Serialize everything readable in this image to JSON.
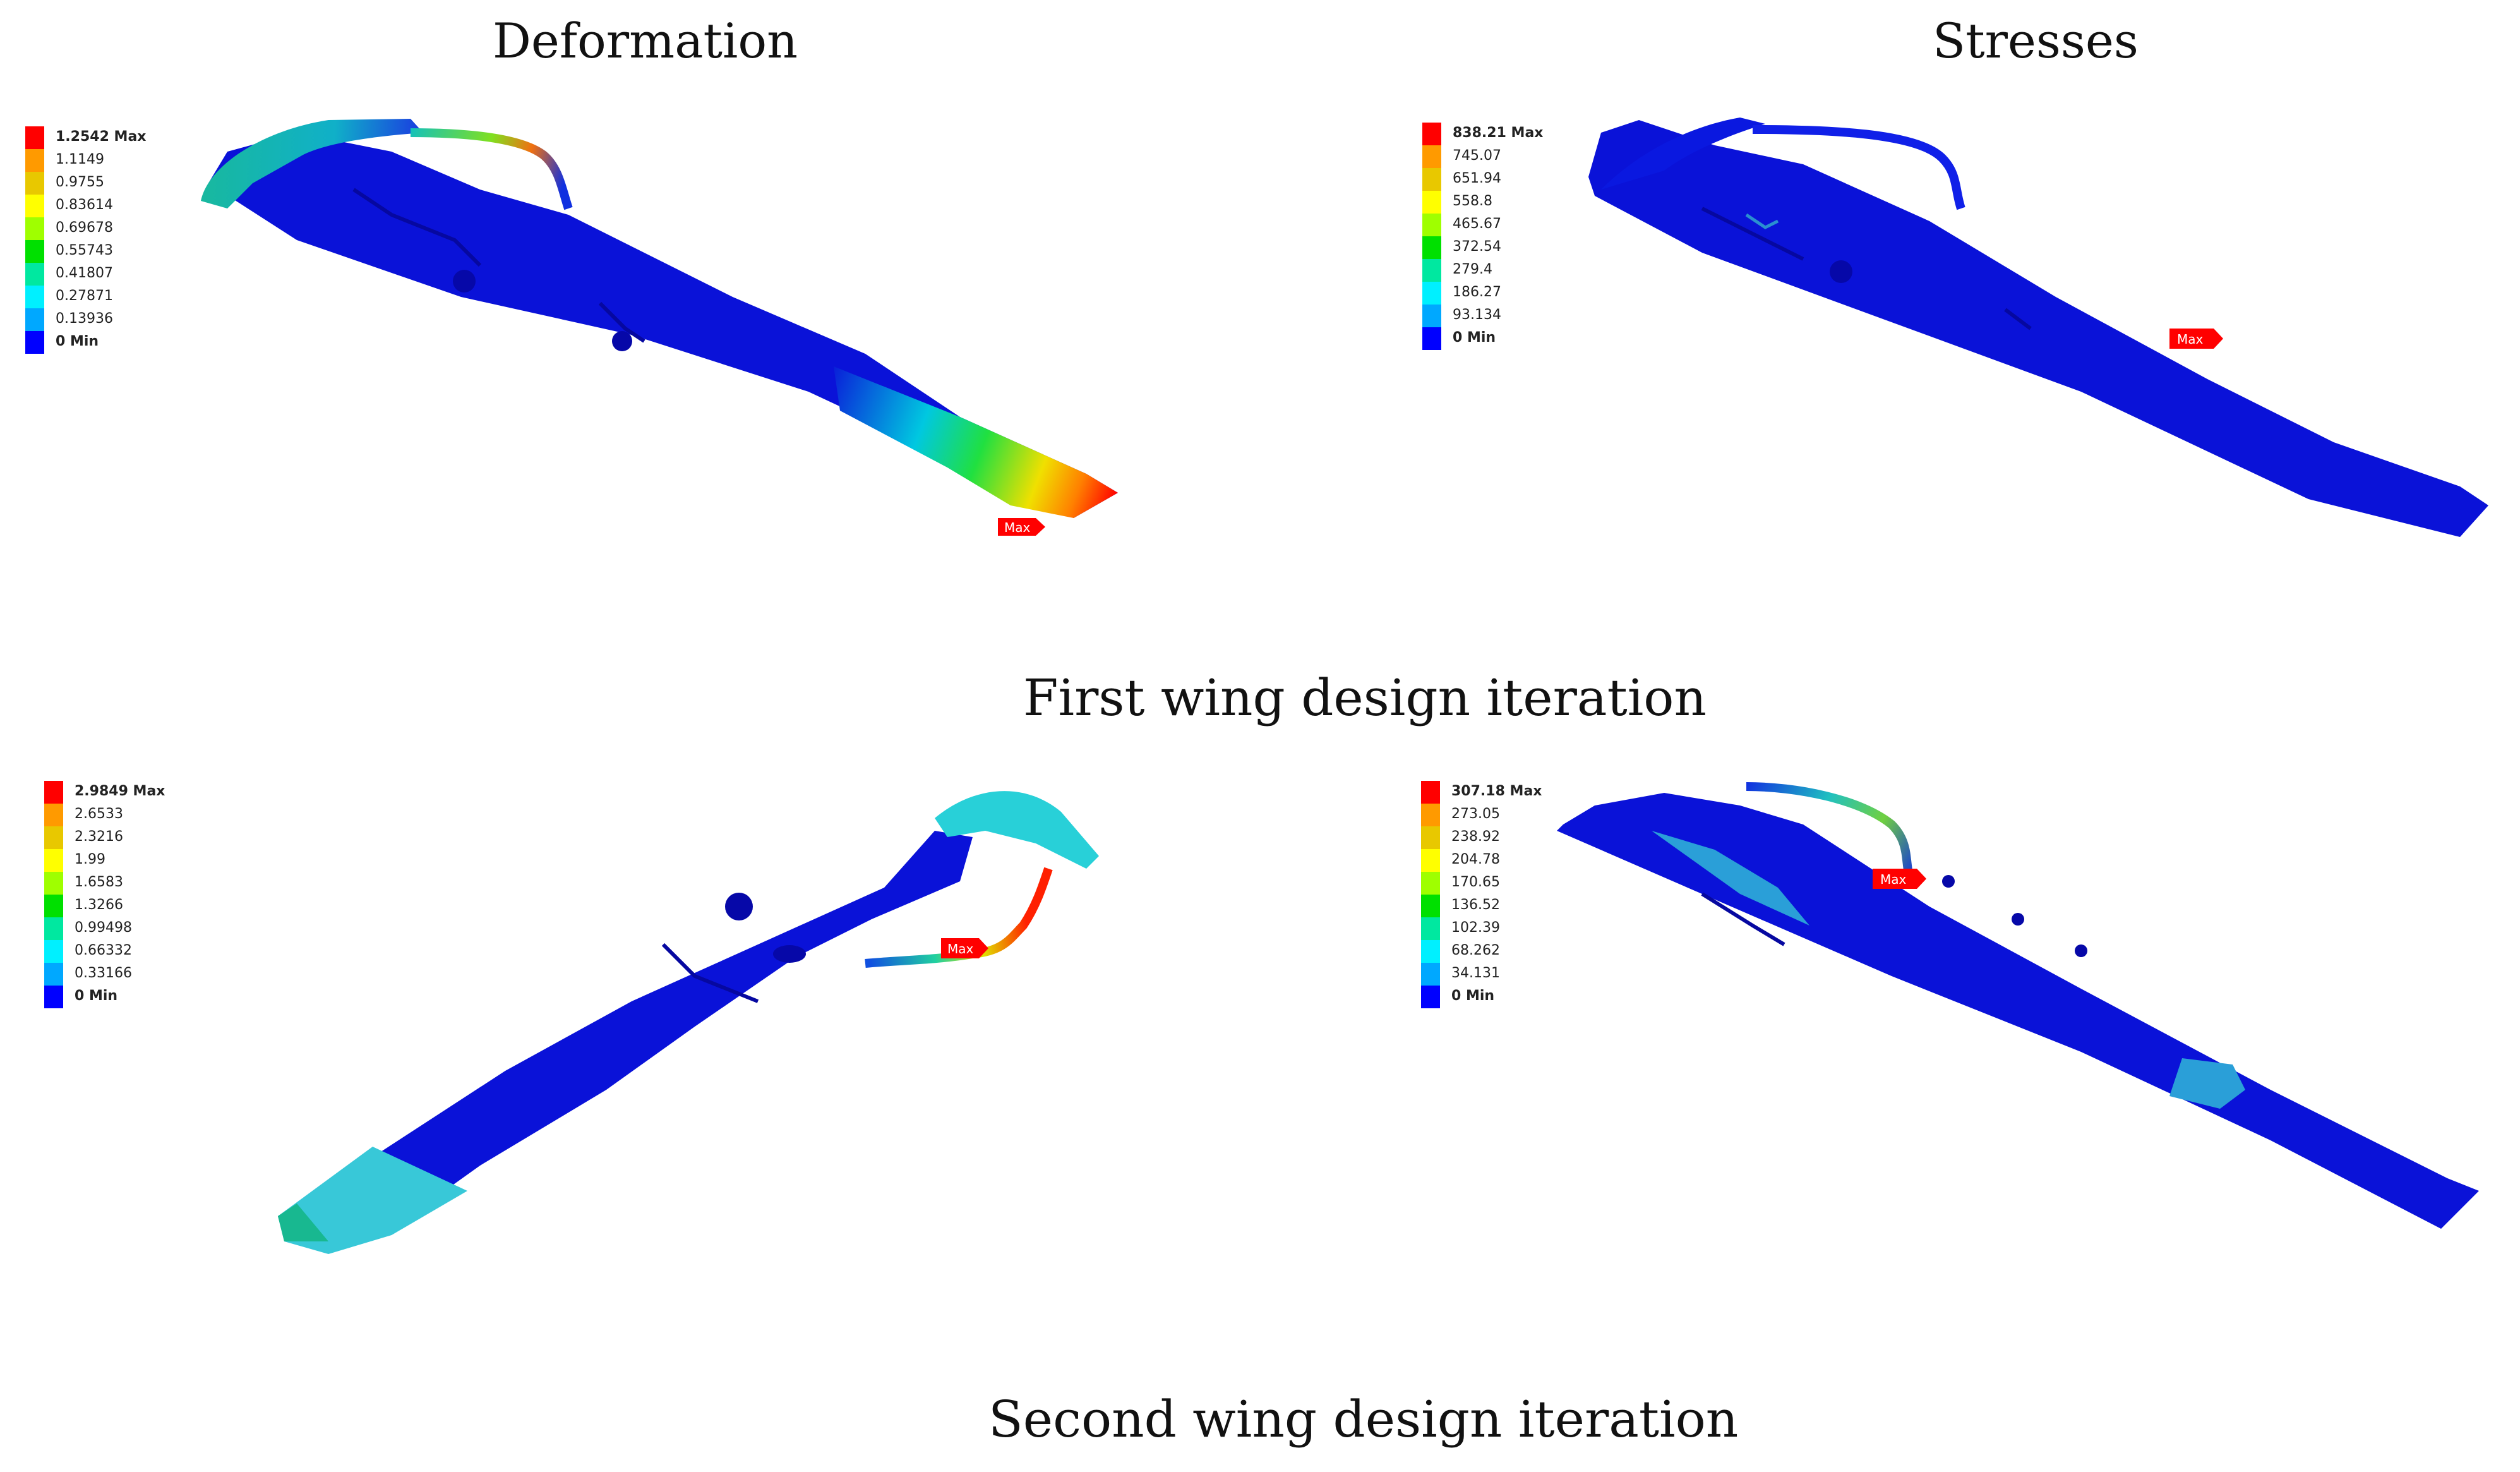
{
  "titles": {
    "deformation": "Deformation",
    "stresses": "Stresses",
    "iteration1": "First wing design iteration",
    "iteration2": "Second wing design iteration"
  },
  "scale_colors": [
    "#ff0000",
    "#ff9a00",
    "#e8c800",
    "#ffff00",
    "#9fff00",
    "#00e000",
    "#00e8a0",
    "#00f0ff",
    "#00a8ff",
    "#0000ff"
  ],
  "panels": {
    "p1": {
      "legend": [
        "1.2542 Max",
        "1.1149",
        "0.9755",
        "0.83614",
        "0.69678",
        "0.55743",
        "0.41807",
        "0.27871",
        "0.13936",
        "0 Min"
      ],
      "max_tag": "Max"
    },
    "p2": {
      "legend": [
        "838.21 Max",
        "745.07",
        "651.94",
        "558.8",
        "465.67",
        "372.54",
        "279.4",
        "186.27",
        "93.134",
        "0 Min"
      ],
      "max_tag": "Max"
    },
    "p3": {
      "legend": [
        "2.9849 Max",
        "2.6533",
        "2.3216",
        "1.99",
        "1.6583",
        "1.3266",
        "0.99498",
        "0.66332",
        "0.33166",
        "0 Min"
      ],
      "max_tag": "Max"
    },
    "p4": {
      "legend": [
        "307.18 Max",
        "273.05",
        "238.92",
        "204.78",
        "170.65",
        "136.52",
        "102.39",
        "68.262",
        "34.131",
        "0 Min"
      ],
      "max_tag": "Max"
    }
  }
}
